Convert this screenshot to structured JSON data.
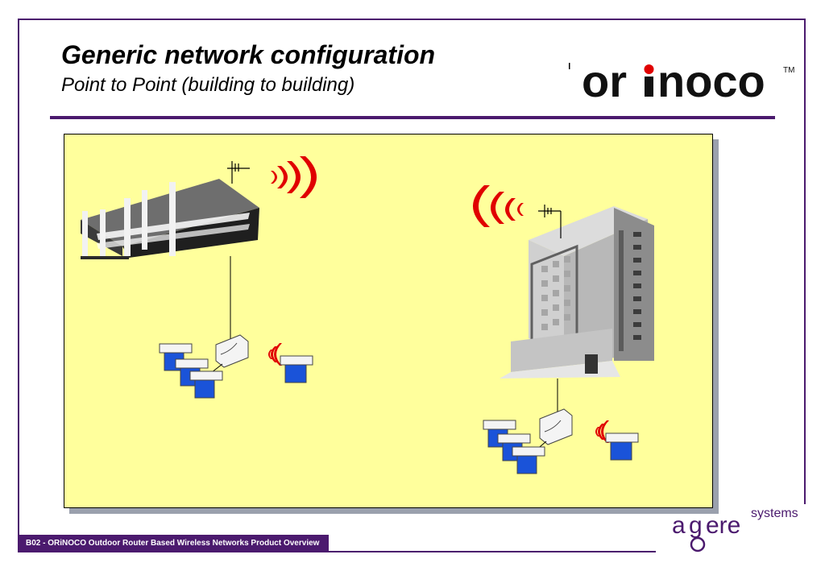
{
  "slide": {
    "title": "Generic network configuration",
    "subtitle": "Point to Point (building to building)",
    "footer": "B02 - ORiNOCO Outdoor Router Based Wireless Networks Product Overview"
  },
  "logos": {
    "orinoco": {
      "text": "orinoco",
      "tm": "TM"
    },
    "agere": {
      "main": "agere",
      "sub": "systems"
    }
  },
  "colors": {
    "accent": "#4b1a6e",
    "panel": "#ffff9c",
    "signal": "#e00000",
    "screen": "#1a53d9"
  },
  "diagram": {
    "nodes": [
      {
        "id": "left-building",
        "icon": "office-building-icon"
      },
      {
        "id": "right-building",
        "icon": "tower-building-icon"
      },
      {
        "id": "left-router",
        "icon": "router-icon"
      },
      {
        "id": "right-router",
        "icon": "router-icon"
      },
      {
        "id": "left-workstations",
        "icon": "computer-icon",
        "count": 3
      },
      {
        "id": "right-workstations",
        "icon": "computer-icon",
        "count": 3
      },
      {
        "id": "left-wireless-pc",
        "icon": "wireless-computer-icon"
      },
      {
        "id": "right-wireless-pc",
        "icon": "wireless-computer-icon"
      }
    ],
    "links": [
      {
        "from": "left-building",
        "to": "right-building",
        "type": "wireless"
      },
      {
        "from": "left-building",
        "to": "left-router",
        "type": "wired"
      },
      {
        "from": "right-building",
        "to": "right-router",
        "type": "wired"
      }
    ]
  }
}
